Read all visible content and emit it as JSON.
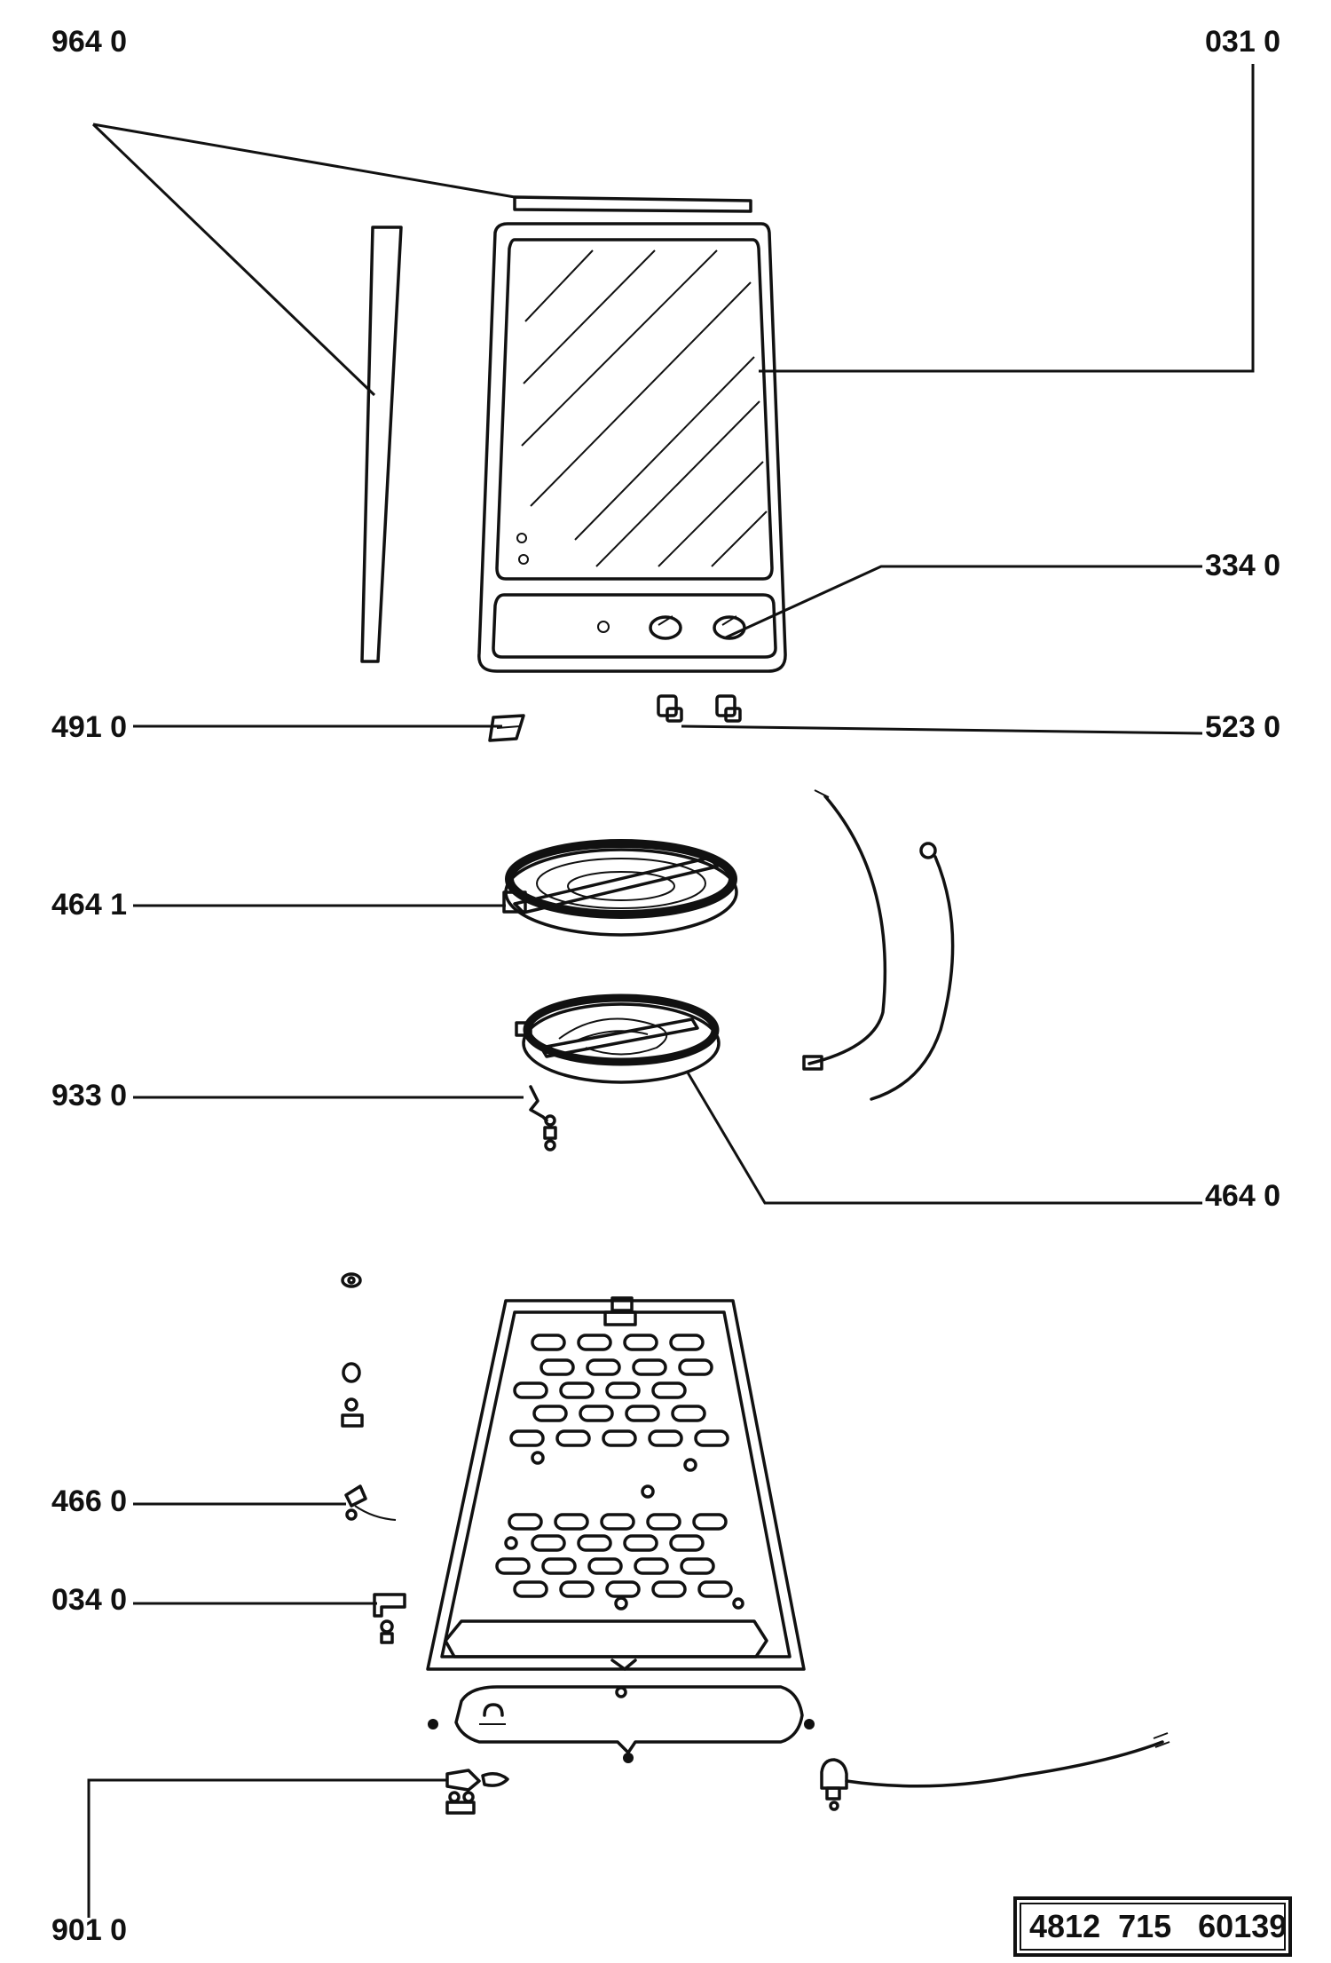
{
  "labels": {
    "l9640": "964 0",
    "l0310": "031 0",
    "l3340": "334 0",
    "l4910": "491 0",
    "l5230": "523 0",
    "l4641": "464 1",
    "l9330": "933 0",
    "l4640": "464 0",
    "l4660": "466 0",
    "l0340": "034 0",
    "l9010": "901 0"
  },
  "document_number": "4812  715   60139"
}
